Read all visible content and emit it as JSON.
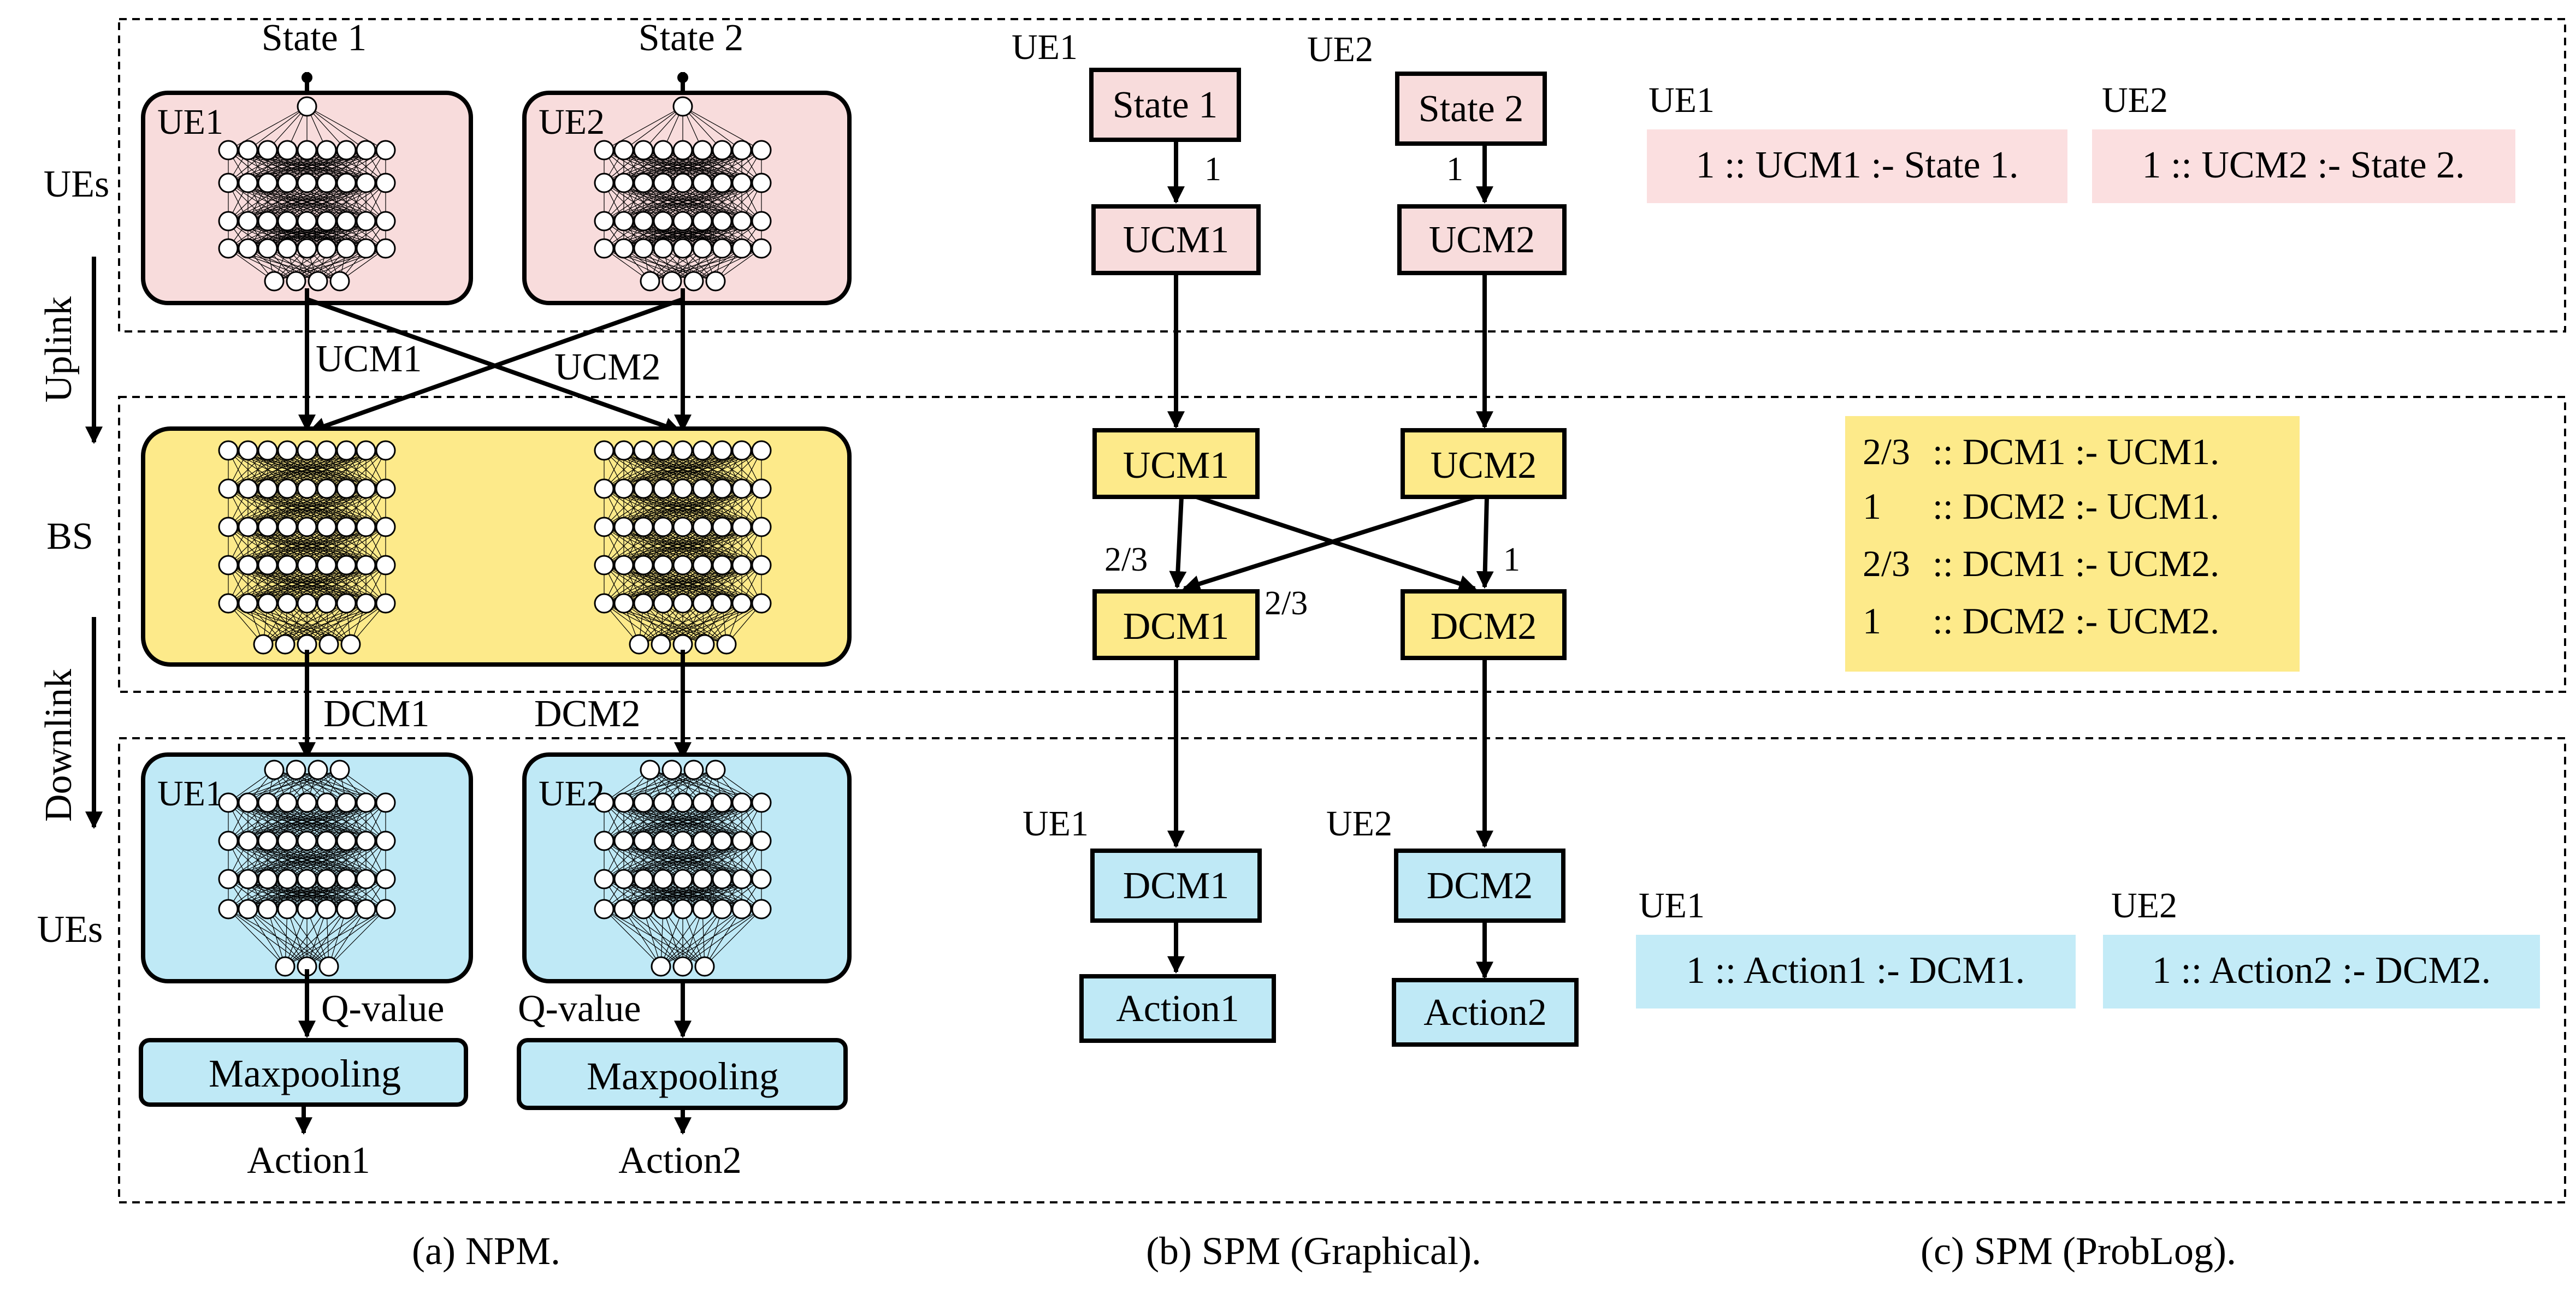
{
  "npm": {
    "left_labels": [
      "UEs",
      "Uplink",
      "BS",
      "Downlink",
      "UEs"
    ],
    "top_states": [
      "State 1",
      "State 2"
    ],
    "ue_top_labels": [
      "UE1",
      "UE2"
    ],
    "uplink_messages": [
      "UCM1",
      "UCM2"
    ],
    "downlink_messages": [
      "DCM1",
      "DCM2"
    ],
    "ue_bottom_labels": [
      "UE1",
      "UE2"
    ],
    "qvalue_labels": [
      "Q-value",
      "Q-value"
    ],
    "pool_labels": [
      "Maxpooling",
      "Maxpooling"
    ],
    "actions": [
      "Action1",
      "Action2"
    ],
    "caption": "(a) NPM."
  },
  "spm_graph": {
    "ue_top_labels": [
      "UE1",
      "UE2"
    ],
    "states": [
      "State 1",
      "State 2"
    ],
    "edge_state_probs": [
      "1",
      "1"
    ],
    "ucm_ue": [
      "UCM1",
      "UCM2"
    ],
    "ucm_bs": [
      "UCM1",
      "UCM2"
    ],
    "edge_probs": {
      "ucm1_dcm1": "2/3",
      "ucm1_dcm2": "2/3",
      "ucm2_dcm2": "1"
    },
    "dcm_bs": [
      "DCM1",
      "DCM2"
    ],
    "ue_bottom_labels": [
      "UE1",
      "UE2"
    ],
    "dcm_ue": [
      "DCM1",
      "DCM2"
    ],
    "actions": [
      "Action1",
      "Action2"
    ],
    "caption": "(b) SPM (Graphical)."
  },
  "spm_problog": {
    "top_ue_labels": [
      "UE1",
      "UE2"
    ],
    "top_rules": [
      "1 :: UCM1 :- State 1.",
      "1 :: UCM2 :- State 2."
    ],
    "bs_rules": [
      {
        "prob": "2/3",
        "rule": ":: DCM1 :- UCM1."
      },
      {
        "prob": "1",
        "rule": ":: DCM2 :- UCM1."
      },
      {
        "prob": "2/3",
        "rule": ":: DCM1 :- UCM2."
      },
      {
        "prob": "1",
        "rule": ":: DCM2 :- UCM2."
      }
    ],
    "bottom_ue_labels": [
      "UE1",
      "UE2"
    ],
    "bottom_rules": [
      "1 :: Action1 :- DCM1.",
      "1 :: Action2 :- DCM2."
    ],
    "caption": "(c) SPM (ProbLog)."
  },
  "colors": {
    "ue_top": "#f8dcdc",
    "bs": "#fdea8a",
    "ue_bottom": "#bfe9f6"
  }
}
